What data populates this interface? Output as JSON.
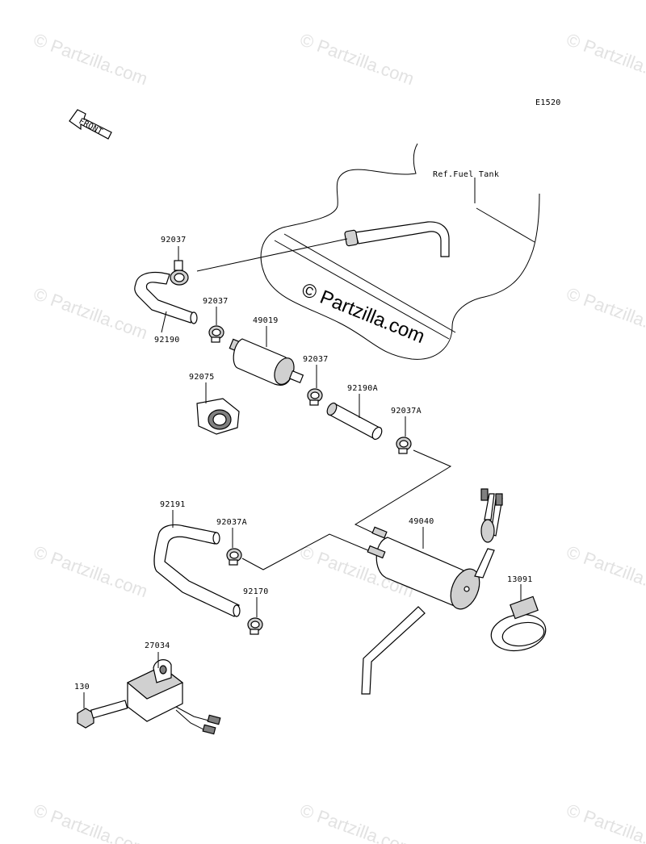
{
  "diagram_code": "E1520",
  "front_label": "FRONT",
  "fuel_tank_ref": "Ref.Fuel Tank",
  "watermark_center": "© Partzilla.com",
  "watermark_tile": "© Partzilla.com",
  "parts": {
    "clamp_top": "92037",
    "hose_upper": "92190",
    "clamp_left": "92037",
    "filter": "49019",
    "clamp_mid": "92037",
    "holder": "92075",
    "hose_a": "92190A",
    "clamp_a_upper": "92037A",
    "hose_lower": "92191",
    "clamp_a_lower": "92037A",
    "pump": "49040",
    "clamp_small": "92170",
    "pump_band": "13091",
    "relay": "27034",
    "bolt": "130"
  }
}
